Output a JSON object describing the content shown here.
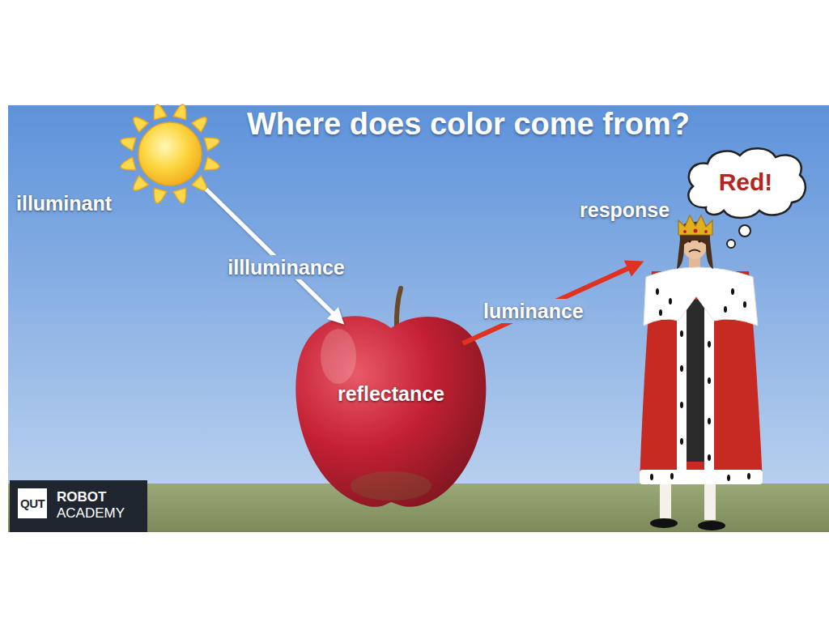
{
  "diagram": {
    "title": "Where does color come from?",
    "nodes": [
      {
        "text": [
          "illuminant"
        ]
      },
      {
        "text": [
          "reflectance"
        ]
      },
      {
        "text": [
          "response"
        ]
      },
      {
        "text": [
          "Red!"
        ]
      },
      {
        "text": [
          "QUT",
          "ROBOT",
          "ACADEMY"
        ]
      }
    ],
    "edges": [
      {
        "from": 0,
        "to": 1,
        "label": "illluminance",
        "arrow": "to"
      },
      {
        "from": 1,
        "to": 2,
        "label": "luminance",
        "arrow": "to"
      }
    ]
  }
}
